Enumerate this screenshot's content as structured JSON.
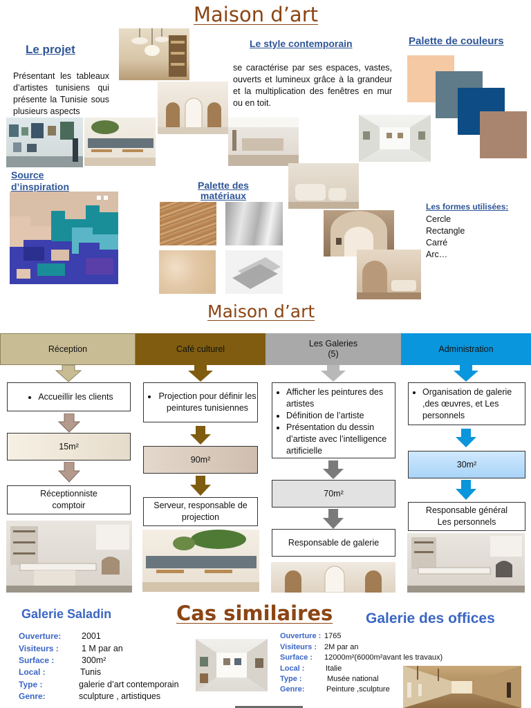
{
  "page_title": "Maison d’art",
  "projet": {
    "heading": "Le projet",
    "text": "Présentant les tableaux d’artistes tunisiens qui présente la Tunisie sous plusieurs aspects"
  },
  "style": {
    "heading": "Le style contemporain",
    "text": "se caractérise par ses espaces, vastes, ouverts et lumineux grâce à la grandeur et la multiplication des fenêtres en mur ou en toit."
  },
  "palette_couleurs": {
    "heading": "Palette de  couleurs",
    "colors": [
      "#f4c9a4",
      "#5f7a88",
      "#0d4c84",
      "#a98570"
    ]
  },
  "inspiration": {
    "heading": "Source d’inspiration"
  },
  "materiaux": {
    "heading": "Palette des matériaux"
  },
  "formes": {
    "heading": "Les formes utilisées:",
    "items": [
      "Cercle",
      "Rectangle",
      "Carré",
      "Arc…"
    ]
  },
  "section2_title": "Maison d’art",
  "columns": [
    {
      "header": "Réception",
      "header_color": "#c8bc94",
      "header_text_color": "#111111",
      "arrow_color": "#c8bc94",
      "description": [
        "Accueillir les clients"
      ],
      "area": "15m²",
      "area_color": "#efe6d6",
      "staff": "Réceptionniste comptoir",
      "small_arrow_color": "#b49a8c"
    },
    {
      "header": "Café culturel",
      "header_color": "#7f5c10",
      "header_text_color": "#111111",
      "arrow_color": "#7f5c10",
      "description": [
        "Projection pour définir les peintures tunisiennes"
      ],
      "area": "90m²",
      "area_color": "#dccbbd",
      "staff": "Serveur, responsable de projection",
      "small_arrow_color": "#7f5c10"
    },
    {
      "header": "Les Galeries\n(5)",
      "header_color": "#a9a9a9",
      "header_text_color": "#111111",
      "arrow_color": "#b8b8b8",
      "description": [
        "Afficher les peintures des artistes",
        "Définition de l’artiste",
        "Présentation du dessin d’artiste avec l’intelligence artificielle"
      ],
      "area": "70m²",
      "area_color": "#e2e2e2",
      "staff": "Responsable de galerie",
      "small_arrow_color": "#7a7a7a"
    },
    {
      "header": "Administration",
      "header_color": "#0a96dc",
      "header_text_color": "#111111",
      "arrow_color": "#0a96dc",
      "description": [
        "Organisation de galerie ,des œuvres, et Les personnels"
      ],
      "area": "30m²",
      "area_color": "#b8dcfa",
      "staff": "Responsable général Les personnels",
      "small_arrow_color": "#0a96dc"
    }
  ],
  "cas_similaires": {
    "title": "Cas similaires",
    "saladin": {
      "name": "Galerie Saladin",
      "rows": [
        {
          "label": "Ouverture:",
          "value": "2001"
        },
        {
          "label": "Visiteurs :",
          "value": "1 M par an"
        },
        {
          "label": "Surface :",
          "value": "300m²"
        },
        {
          "label": "Local :",
          "value": "Tunis"
        },
        {
          "label": "Type :",
          "value": "galerie d’art contemporain"
        },
        {
          "label": "Genre:",
          "value": "sculpture , artistiques"
        }
      ]
    },
    "offices": {
      "name": "Galerie des offices",
      "rows": [
        {
          "label": "Ouverture :",
          "value": "1765"
        },
        {
          "label": "Visiteurs :",
          "value": "2M par an"
        },
        {
          "label": "Surface :",
          "value": "12000m²(6000m²avant les travaux)"
        },
        {
          "label": "Local :",
          "value": "Italie"
        },
        {
          "label": "Type :",
          "value": "Musée national"
        },
        {
          "label": "Genre:",
          "value": "Peinture ,sculpture"
        }
      ]
    }
  }
}
